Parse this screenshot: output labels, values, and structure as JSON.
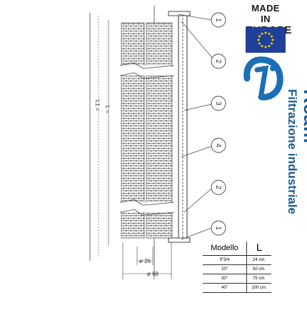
{
  "badge": {
    "line1": "MADE IN",
    "line2": "EUROPE"
  },
  "brand": {
    "name": "Reafil",
    "subtitle": "Filtrazione industriale",
    "color": "#1c5c93"
  },
  "callouts": [
    "1",
    "2",
    "3",
    "4",
    "2",
    "1"
  ],
  "dimensions": {
    "inner_diameter": "ø 26",
    "outer_diameter": "ø 68",
    "length_label": "L = ",
    "length1_label": "L1 = "
  },
  "table": {
    "header": [
      "Modello",
      "L"
    ],
    "rows": [
      [
        "9\"3/4",
        "24 cm."
      ],
      [
        "20\"",
        "50 cm."
      ],
      [
        "30\"",
        "75 cm."
      ],
      [
        "40\"",
        "100 cm."
      ]
    ]
  },
  "colors": {
    "eu_blue": "#1f3f9a",
    "eu_star": "#ffcc00",
    "line": "#444444"
  }
}
